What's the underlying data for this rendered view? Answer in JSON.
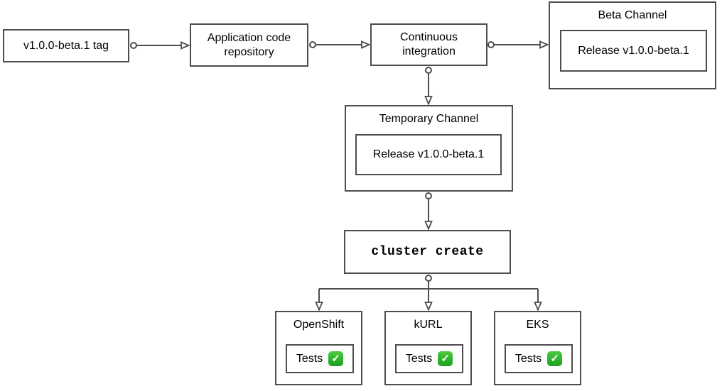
{
  "diagram": {
    "nodes": {
      "tag": {
        "label": "v1.0.0-beta.1 tag"
      },
      "repo": {
        "label": "Application code\nrepository"
      },
      "ci": {
        "label": "Continuous\nintegration"
      },
      "beta_channel": {
        "title": "Beta Channel",
        "release": "Release v1.0.0-beta.1"
      },
      "temporary_channel": {
        "title": "Temporary Channel",
        "release": "Release v1.0.0-beta.1"
      },
      "cluster_create": {
        "label": "cluster create"
      },
      "clusters": [
        {
          "title": "OpenShift",
          "tests_label": "Tests",
          "status_icon": "check-mark-emoji",
          "status": "pass"
        },
        {
          "title": "kURL",
          "tests_label": "Tests",
          "status_icon": "check-mark-emoji",
          "status": "pass"
        },
        {
          "title": "EKS",
          "tests_label": "Tests",
          "status_icon": "check-mark-emoji",
          "status": "pass"
        }
      ]
    },
    "icons": {
      "check_glyph": "✓"
    },
    "colors": {
      "stroke": "#4d4d4d",
      "text": "#000000",
      "background": "#ffffff",
      "check_green": "#2db52d"
    }
  }
}
